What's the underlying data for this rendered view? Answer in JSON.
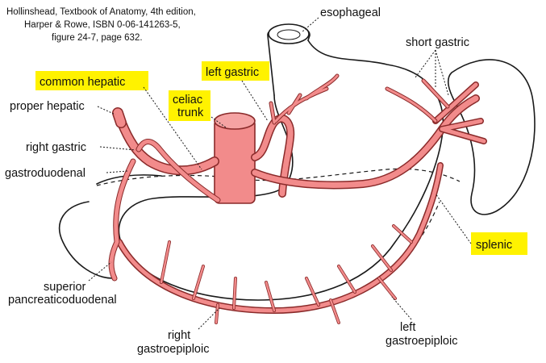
{
  "citation": {
    "line1": "Hollinshead, Textbook of Anatomy, 4th edition,",
    "line2": "Harper & Rowe, ISBN 0-06-141263-5,",
    "line3": "figure 24-7, page 632."
  },
  "labels": {
    "esophageal": "esophageal",
    "short_gastric": "short gastric",
    "left_gastric": "left gastric",
    "common_hepatic": "common hepatic",
    "celiac_1": "celiac",
    "celiac_2": "trunk",
    "proper_hepatic": "proper hepatic",
    "right_gastric": "right gastric",
    "gastroduodenal": "gastroduodenal",
    "splenic": "splenic",
    "superior_pancreaticoduodenal_1": "superior",
    "superior_pancreaticoduodenal_2": "pancreaticoduodenal",
    "right_gastroepiploic_1": "right",
    "right_gastroepiploic_2": "gastroepiploic",
    "left_gastroepiploic_1": "left",
    "left_gastroepiploic_2": "gastroepiploic"
  },
  "highlighted_labels": [
    "common hepatic",
    "left gastric",
    "celiac trunk",
    "splenic"
  ],
  "colors": {
    "highlight": "#fff200",
    "artery_fill": "#f28b8b",
    "artery_edge": "#8a2a2a",
    "outline": "#1a1a1a"
  }
}
